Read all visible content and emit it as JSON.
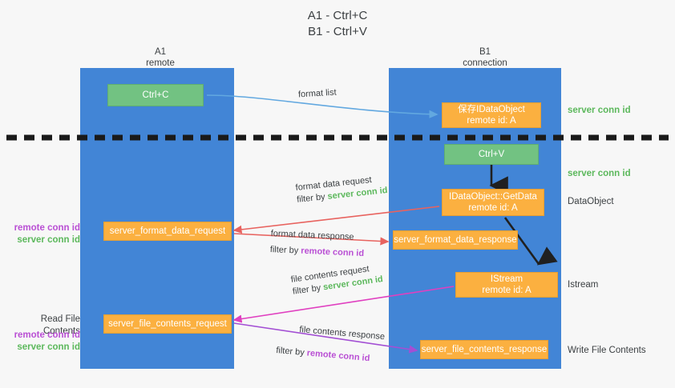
{
  "title": {
    "line1": "A1 - Ctrl+C",
    "line2": "B1 - Ctrl+V"
  },
  "columns": [
    {
      "name": "A1",
      "sub": "remote"
    },
    {
      "name": "B1",
      "sub": "connection"
    }
  ],
  "nodes": {
    "ctrl_c": "Ctrl+C",
    "ctrl_v": "Ctrl+V",
    "save_idataobject_l1": "保存IDataObject",
    "save_idataobject_l2": "remote id: A",
    "getdata_l1": "IDataObject::GetData",
    "getdata_l2": "remote id: A",
    "istream_l1": "IStream",
    "istream_l2": "remote id: A",
    "server_format_data_request": "server_format_data_request",
    "server_format_data_response": "server_format_data_response",
    "server_file_contents_request": "server_file_contents_request",
    "server_file_contents_response": "server_file_contents_response"
  },
  "right_notes": {
    "server_conn_id_1": "server conn id",
    "server_conn_id_2": "server conn id",
    "dataobject": "DataObject",
    "istream": "Istream",
    "write_file_contents": "Write File Contents"
  },
  "left_notes": {
    "remote_conn_id_1": "remote conn id",
    "server_conn_id_1": "server conn id",
    "read_file_contents": "Read File Contents",
    "remote_conn_id_2": "remote conn id",
    "server_conn_id_2": "server conn id"
  },
  "edge_labels": {
    "format_list": "format list",
    "format_data_request": "format data request",
    "filter_by": "filter by ",
    "server_conn_id": "server conn id",
    "remote_conn_id": "remote conn id",
    "format_data_response": "format data response",
    "file_contents_request": "file contents request",
    "file_contents_response": "file contents response"
  },
  "colors": {
    "lane": "#4285d6",
    "green_box": "#72c282",
    "orange_box": "#fbb040",
    "green_text": "#5cb85c",
    "purple_text": "#b94fd4",
    "blue_arrow": "#62a8e0",
    "red_arrow": "#e8635f",
    "magenta_arrow": "#e040c0",
    "purple_arrow": "#a34fd4",
    "black_arrow": "#202020"
  }
}
